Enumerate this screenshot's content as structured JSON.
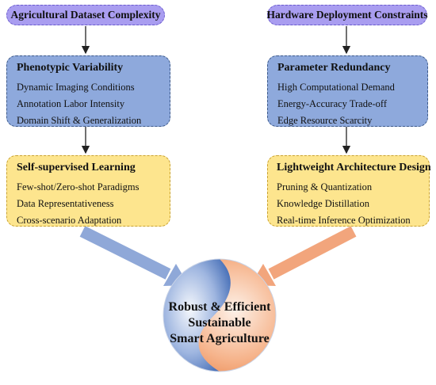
{
  "top_left": "Agricultural Dataset Complexity",
  "top_right": "Hardware Deployment Constraints",
  "blue_left": {
    "title": "Phenotypic Variability",
    "items": [
      "Dynamic Imaging Conditions",
      "Annotation Labor Intensity",
      "Domain Shift & Generalization"
    ]
  },
  "blue_right": {
    "title": "Parameter Redundancy",
    "items": [
      "High Computational Demand",
      "Energy-Accuracy Trade-off",
      "Edge Resource Scarcity"
    ]
  },
  "yellow_left": {
    "title": "Self-supervised Learning",
    "items": [
      "Few-shot/Zero-shot Paradigms",
      "Data Representativeness",
      "Cross-scenario Adaptation"
    ]
  },
  "yellow_right": {
    "title": "Lightweight Architecture Design",
    "items": [
      "Pruning & Quantization",
      "Knowledge Distillation",
      "Real-time Inference Optimization"
    ]
  },
  "center": {
    "line1": "Robust & Efficient",
    "line2": "Sustainable",
    "line3": "Smart Agriculture"
  },
  "colors": {
    "pill": "#a99df0",
    "blue_box": "#8ea9dc",
    "yellow_box": "#fde58e",
    "left_arrow": "#8fa8d8",
    "right_arrow": "#f2a57c",
    "circle_blue": "#5b82c4",
    "circle_orange": "#ef9460"
  }
}
